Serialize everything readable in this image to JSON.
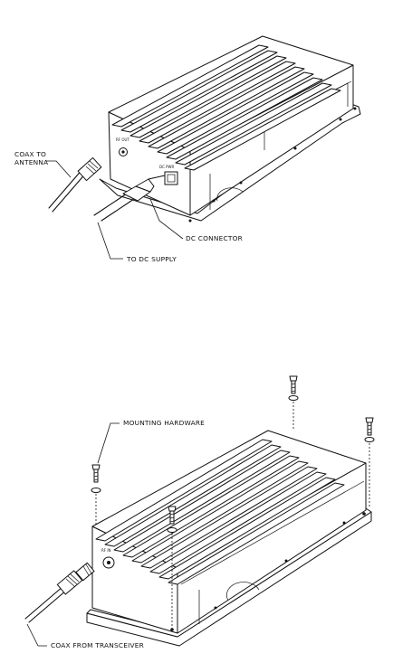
{
  "top_diagram": {
    "labels": {
      "coax_to_antenna_1": "COAX TO",
      "coax_to_antenna_2": "ANTENNA",
      "dc_connector": "DC CONNECTOR",
      "to_dc_supply": "TO DC SUPPLY",
      "rf_out": "RF OUT",
      "dc_pwr": "DC PWR"
    }
  },
  "bottom_diagram": {
    "labels": {
      "mounting_hardware": "MOUNTING HARDWARE",
      "coax_from_transceiver": "COAX FROM TRANSCEIVER",
      "rf_in": "RF IN"
    }
  }
}
